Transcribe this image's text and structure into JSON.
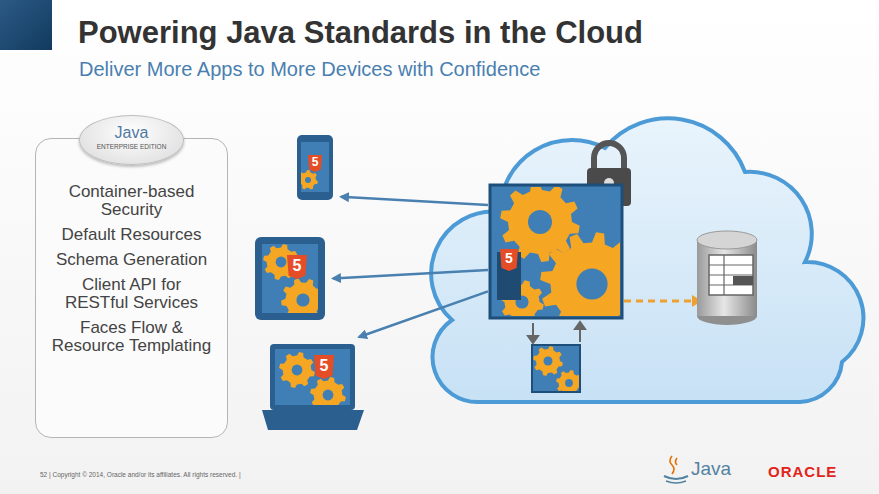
{
  "diagram": {
    "title": "Powering Java Standards in the Cloud",
    "nodes": [
      {
        "text": [
          "Container-based Security",
          "Default Resources",
          "Schema Generation",
          "Client API for RESTful Services",
          "Faces Flow & Resource Templating"
        ]
      },
      {
        "text": [
          "Java",
          "ENTERPRISE EDITION"
        ],
        "in": 0
      },
      {
        "text": [
          "5"
        ]
      },
      {
        "text": [
          "5"
        ]
      },
      {
        "text": [
          "5"
        ]
      },
      {
        "text": [
          "5"
        ]
      }
    ],
    "edges": [
      {
        "from": 5,
        "to": 2,
        "arrow": "to"
      },
      {
        "from": 5,
        "to": 3,
        "arrow": "to"
      },
      {
        "from": 5,
        "to": 4,
        "arrow": "to"
      }
    ],
    "labels": [
      "Deliver More Apps to More Devices with Confidence",
      "52 | Copyright © 2014, Oracle and/or its affiliates. All rights reserved. |",
      "Java",
      "ORACLE"
    ]
  }
}
